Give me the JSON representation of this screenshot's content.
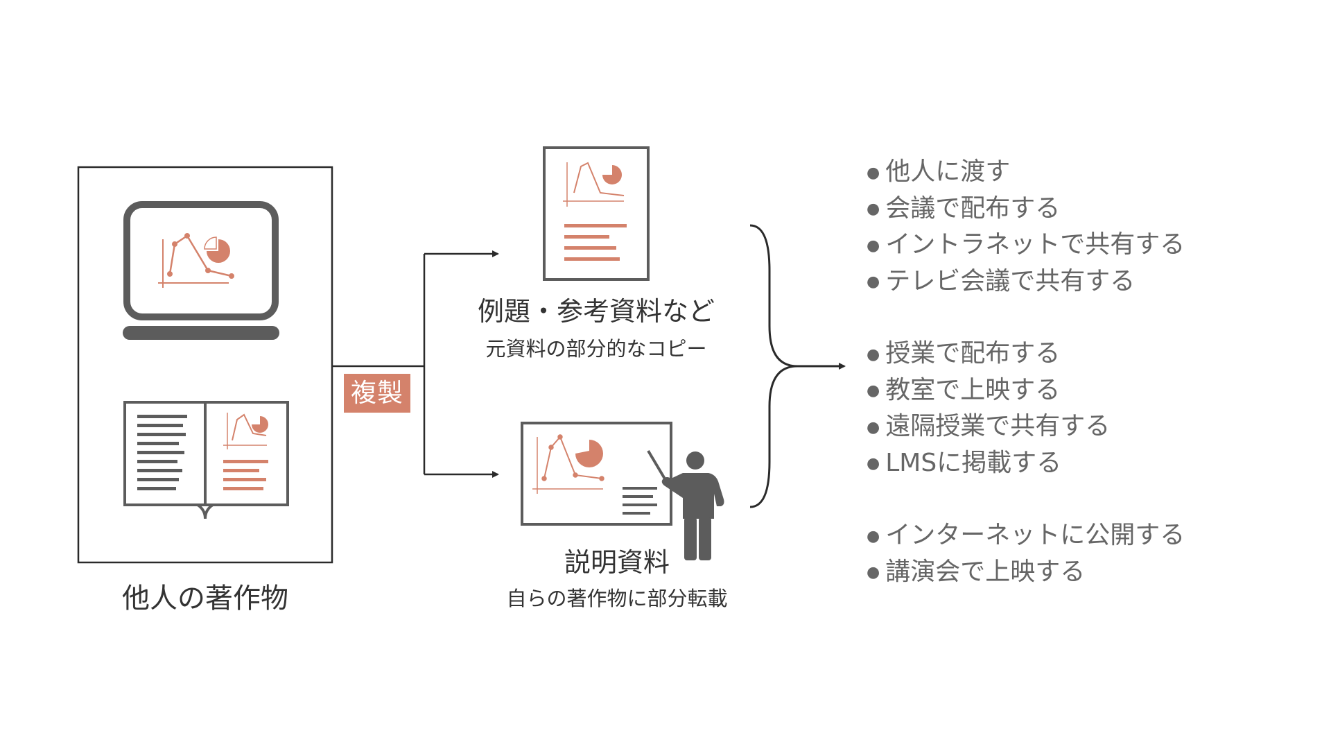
{
  "source": {
    "label": "他人の著作物"
  },
  "action": {
    "label": "複製"
  },
  "outputs": [
    {
      "title": "例題・参考資料など",
      "subtitle": "元資料の部分的なコピー"
    },
    {
      "title": "説明資料",
      "subtitle": "自らの著作物に部分転載"
    }
  ],
  "uses": [
    {
      "items": [
        "他人に渡す",
        "会議で配布する",
        "イントラネットで共有する",
        "テレビ会議で共有する"
      ]
    },
    {
      "items": [
        "授業で配布する",
        "教室で上映する",
        "遠隔授業で共有する",
        "LMSに掲載する"
      ]
    },
    {
      "items": [
        "インターネットに公開する",
        "講演会で上映する"
      ]
    }
  ],
  "colors": {
    "accent": "#d4826b",
    "icon_gray": "#5c5c5c",
    "line": "#2a2a2a",
    "list_text": "#666666"
  },
  "icons": [
    "laptop-icon",
    "open-book-icon",
    "document-icon",
    "presentation-board-icon",
    "presenter-icon"
  ]
}
